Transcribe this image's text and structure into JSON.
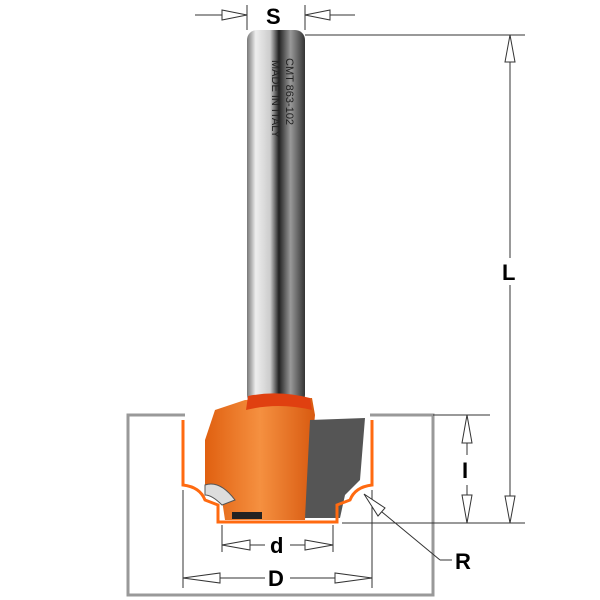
{
  "labels": {
    "shank_diameter": "S",
    "length": "L",
    "cutting_height": "I",
    "inner_diameter": "d",
    "outer_diameter": "D",
    "radius": "R"
  },
  "engraving": {
    "line1": "CMT 863-102",
    "line2": "MADE IN ITALY"
  },
  "colors": {
    "body": "#f07820",
    "profile": "#ff6a10",
    "workpiece": "#999999",
    "shank": "#b8b8b8",
    "carbide": "#555555"
  }
}
